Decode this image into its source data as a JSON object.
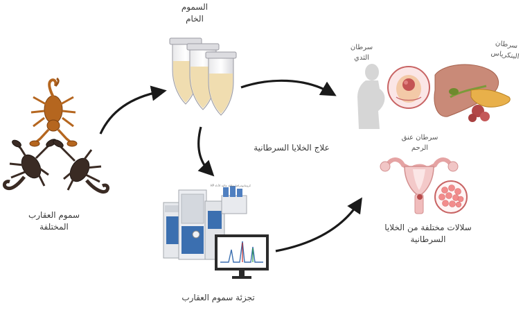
{
  "labels": {
    "raw_venom": [
      "السموم",
      "الخام"
    ],
    "scorpion_venoms": [
      "سموم العقارب",
      "المختلفة"
    ],
    "venom_fractionation": "تجزئة سموم العقارب",
    "cancer_treatment": "علاج الخلايا السرطانية",
    "breast_cancer": [
      "سرطان",
      "الثدي"
    ],
    "pancreatic_cancer": "سرطان البنكرياس",
    "cervical_cancer": [
      "سرطان عنق",
      "الرحم"
    ],
    "cancer_cell_lines": [
      "سلالات مختلفة من الخلايا",
      "السرطانية"
    ],
    "hplc_caption": "كروماتوغرافيا سائلة عالية الأداء HP"
  },
  "colors": {
    "arrow": "#1a1a1a",
    "tube_fill": "#f0ddb0",
    "scorpion_brown": "#b5661f",
    "scorpion_dark": "#2e2420",
    "organ_pink": "#e9a0a0",
    "tissue_pink": "#f4c7c7",
    "instrument_blue": "#3b6fb0"
  },
  "icons": [
    "scorpion-icon",
    "tube-icon",
    "hplc-instrument-icon",
    "chromatogram-icon",
    "human-silhouette-icon",
    "breast-tissue-icon",
    "liver-pancreas-icon",
    "uterus-icon",
    "cell-culture-icon"
  ]
}
